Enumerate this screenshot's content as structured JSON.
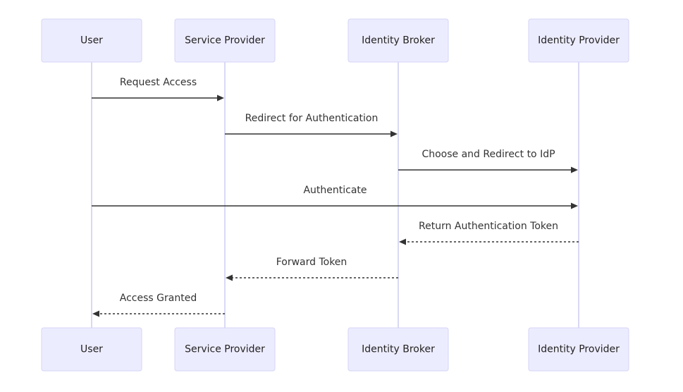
{
  "participants": [
    {
      "id": "user",
      "label": "User"
    },
    {
      "id": "sp",
      "label": "Service Provider"
    },
    {
      "id": "broker",
      "label": "Identity Broker"
    },
    {
      "id": "idp",
      "label": "Identity Provider"
    }
  ],
  "messages": [
    {
      "from": "user",
      "to": "sp",
      "label": "Request Access",
      "style": "solid"
    },
    {
      "from": "sp",
      "to": "broker",
      "label": "Redirect for Authentication",
      "style": "solid"
    },
    {
      "from": "broker",
      "to": "idp",
      "label": "Choose and Redirect to IdP",
      "style": "solid"
    },
    {
      "from": "user",
      "to": "idp",
      "label": "Authenticate",
      "style": "solid"
    },
    {
      "from": "idp",
      "to": "broker",
      "label": "Return Authentication Token",
      "style": "dashed"
    },
    {
      "from": "broker",
      "to": "sp",
      "label": "Forward Token",
      "style": "dashed"
    },
    {
      "from": "sp",
      "to": "user",
      "label": "Access Granted",
      "style": "dashed"
    }
  ],
  "colors": {
    "actor_fill": "#ECECFF",
    "actor_border": "#D4D4F7",
    "lifeline": "#D9D9F5",
    "arrow": "#333333",
    "text": "#222222"
  }
}
